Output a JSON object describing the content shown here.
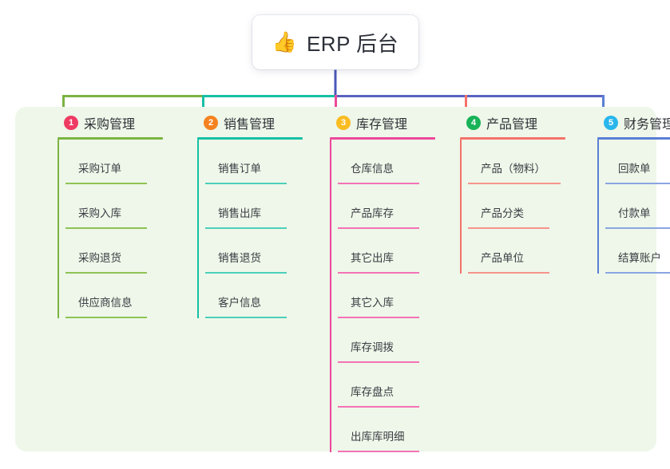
{
  "diagram": {
    "type": "mindmap-org-chart",
    "panel_bg": "#eef7e9",
    "root": {
      "icon": "thumbs-up-icon",
      "emoji": "👍",
      "title": "ERP 后台",
      "stem_color": "#4a57b8"
    },
    "bus": {
      "segments": [
        {
          "color": "#7cb342",
          "label": "left-green-segment"
        },
        {
          "color": "#16bfa5",
          "label": "mid-teal-segment"
        },
        {
          "color": "#5a63c0",
          "label": "right-blue-segment"
        }
      ]
    },
    "columns": [
      {
        "index": "1",
        "title": "采购管理",
        "badge_color": "#ef3b63",
        "line_color": "#7cb342",
        "drop_color": "#7cb342",
        "items": [
          "采购订单",
          "采购入库",
          "采购退货",
          "供应商信息"
        ]
      },
      {
        "index": "2",
        "title": "销售管理",
        "badge_color": "#f58220",
        "line_color": "#16bfa5",
        "drop_color": "#16bfa5",
        "items": [
          "销售订单",
          "销售出库",
          "销售退货",
          "客户信息"
        ]
      },
      {
        "index": "3",
        "title": "库存管理",
        "badge_color": "#fbbc22",
        "line_color": "#ec4899",
        "drop_color": "#ec4899",
        "items": [
          "仓库信息",
          "产品库存",
          "其它出库",
          "其它入库",
          "库存调拨",
          "库存盘点",
          "出库库明细"
        ]
      },
      {
        "index": "4",
        "title": "产品管理",
        "badge_color": "#18b358",
        "line_color": "#f4726a",
        "drop_color": "#f4726a",
        "items": [
          "产品（物料）",
          "产品分类",
          "产品单位"
        ]
      },
      {
        "index": "5",
        "title": "财务管理",
        "badge_color": "#29b6ec",
        "line_color": "#5a7fd4",
        "drop_color": "#5a7fd4",
        "items": [
          "回款单",
          "付款单",
          "结算账户"
        ]
      }
    ]
  }
}
